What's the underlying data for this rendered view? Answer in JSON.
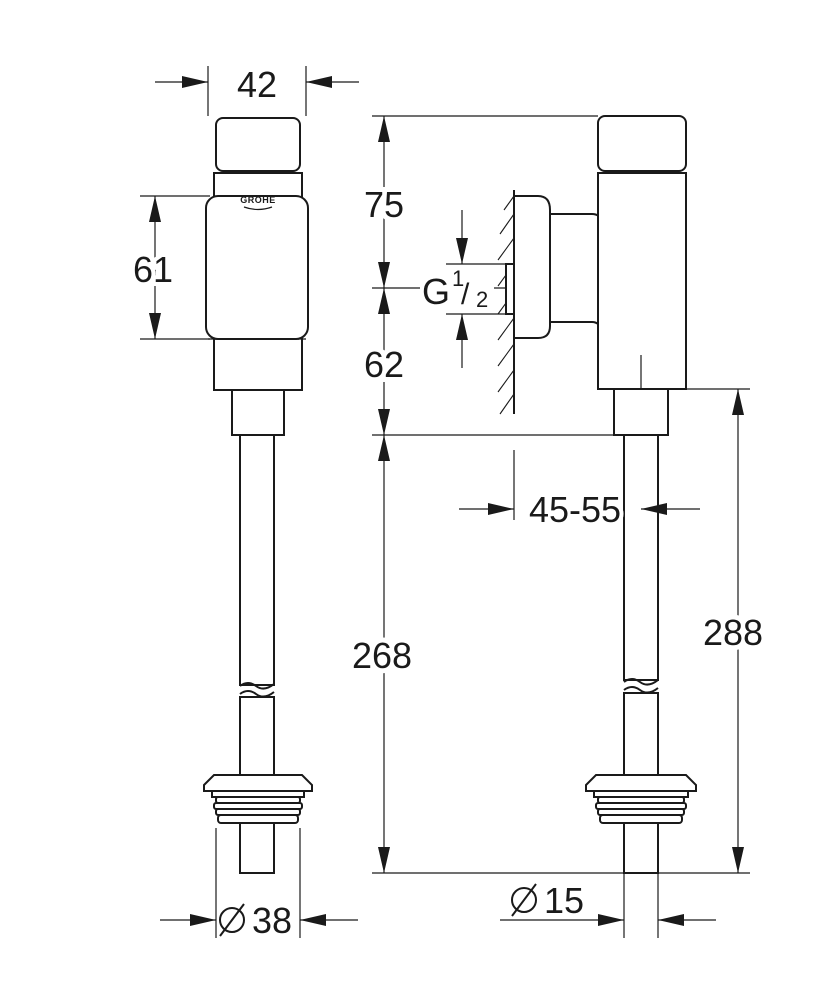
{
  "logo_text": "GROHE",
  "dimensions": {
    "top_width": "42",
    "button_height": "75",
    "plate_height": "61",
    "thread_prefix": "G",
    "thread_num": "1",
    "thread_sep": "/",
    "thread_den": "2",
    "lower_height": "62",
    "projection": "45-55",
    "pipe_length": "268",
    "outlet_length": "288",
    "flange_diameter": "38",
    "pipe_diameter": "15"
  }
}
